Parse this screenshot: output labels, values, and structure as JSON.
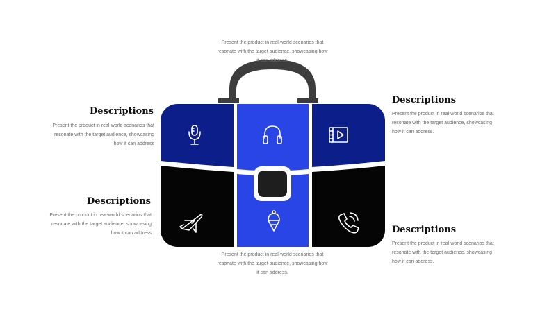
{
  "blocks": {
    "top": {
      "text": "Present the product in real-world scenarios that resonate with the target audience, showcasing how it can address."
    },
    "bottom": {
      "text": "Present the product in real-world scenarios that resonate with the target audience, showcasing how it can address."
    },
    "left_top": {
      "title": "Descriptions",
      "text": "Present the product in real-world scenarios that resonate with the target audience, showcasing how it can address"
    },
    "left_bottom": {
      "title": "Descriptions",
      "text": "Present the product in real-world scenarios that resonate with the target audience, showcasing how it can address"
    },
    "right_top": {
      "title": "Descriptions",
      "text": "Present the product in real-world scenarios that resonate with the target audience, showcasing how it can address."
    },
    "right_bottom": {
      "title": "Descriptions",
      "text": "Present the product in real-world scenarios that resonate with the target audience, showcasing how it can address."
    }
  },
  "colors": {
    "dark_blue": "#0b1e8a",
    "bright_blue": "#2a45e6",
    "black": "#050505",
    "handle": "#3d3d3d",
    "clasp": "#1e1e1e"
  },
  "icons": [
    "microphone-icon",
    "headphones-icon",
    "video-icon",
    "airplane-icon",
    "ice-cream-icon",
    "phone-icon"
  ]
}
